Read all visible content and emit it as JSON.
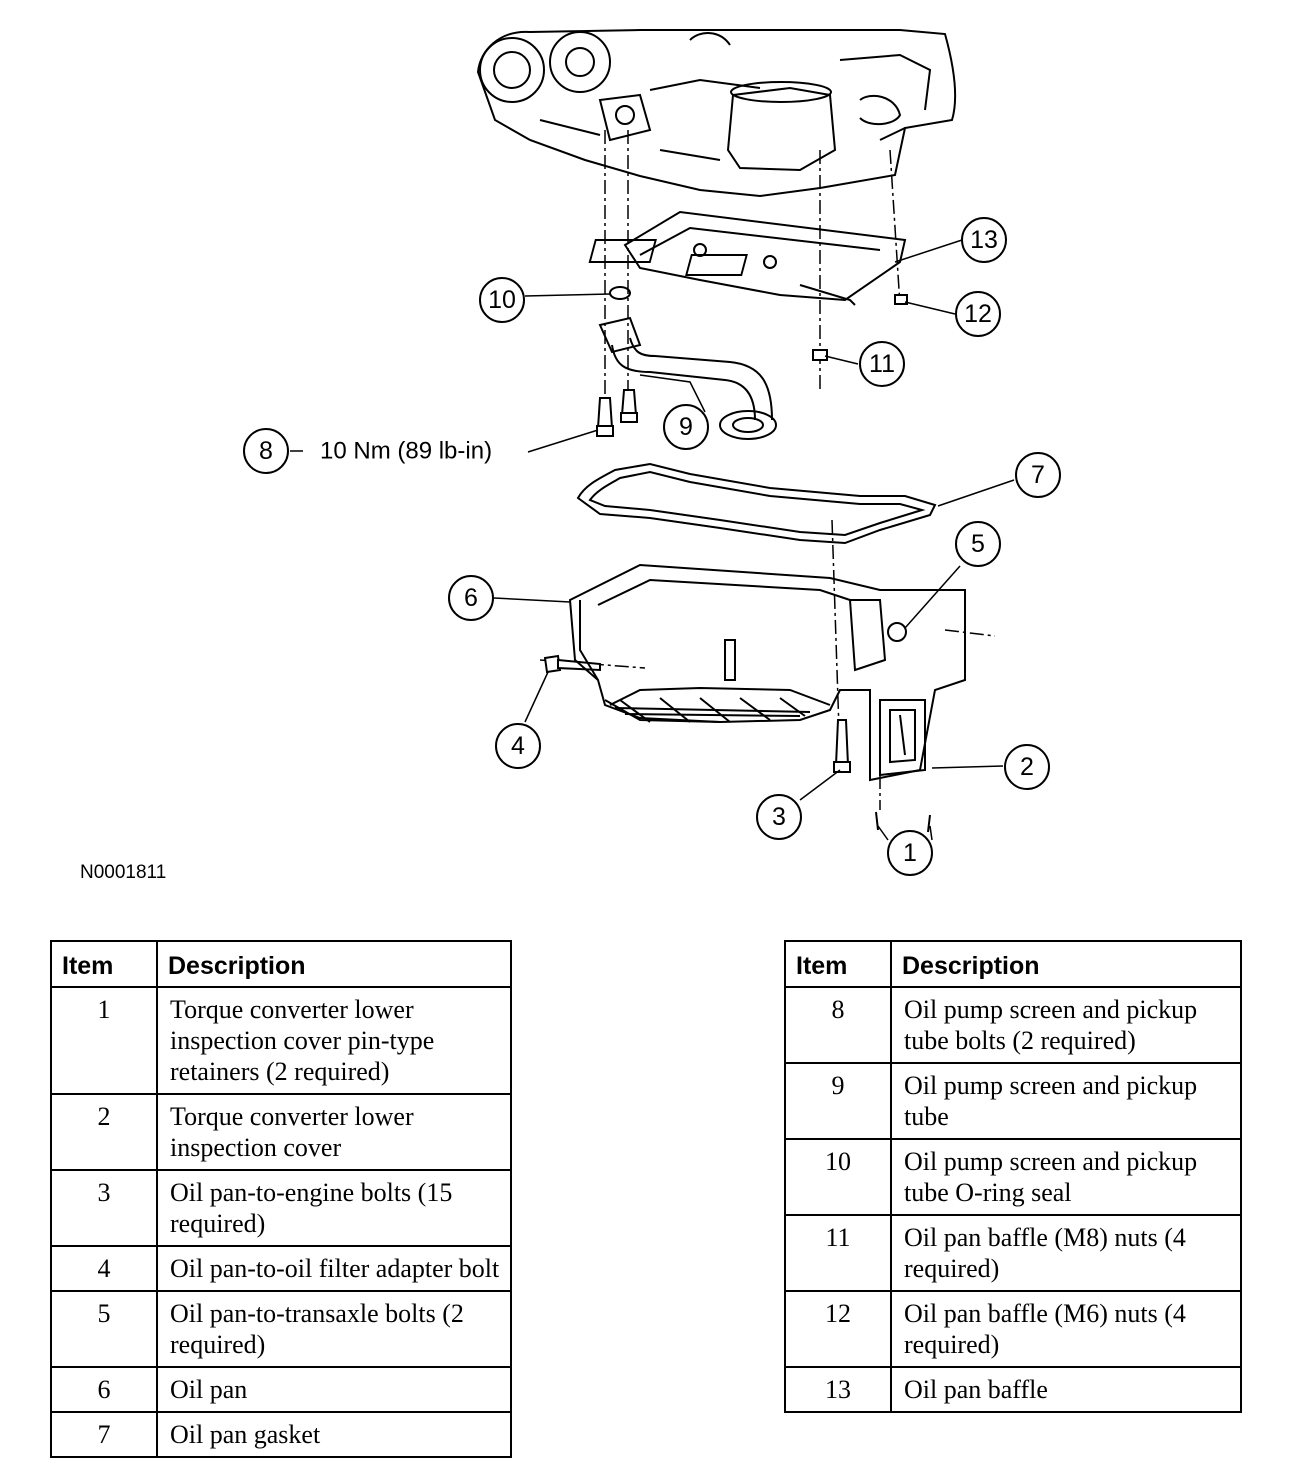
{
  "figure_id": "N0001811",
  "torque_spec": "10 Nm (89 lb-in)",
  "callouts": [
    "1",
    "2",
    "3",
    "4",
    "5",
    "6",
    "7",
    "8",
    "9",
    "10",
    "11",
    "12",
    "13"
  ],
  "tables": {
    "header_item": "Item",
    "header_description": "Description",
    "left_rows": [
      {
        "item": "1",
        "description": "Torque converter lower inspection cover pin-type retainers (2 required)"
      },
      {
        "item": "2",
        "description": "Torque converter lower inspection cover"
      },
      {
        "item": "3",
        "description": "Oil pan-to-engine bolts (15 required)"
      },
      {
        "item": "4",
        "description": "Oil pan-to-oil filter adapter bolt"
      },
      {
        "item": "5",
        "description": "Oil pan-to-transaxle bolts (2 required)"
      },
      {
        "item": "6",
        "description": "Oil pan"
      },
      {
        "item": "7",
        "description": "Oil pan gasket"
      }
    ],
    "right_rows": [
      {
        "item": "8",
        "description": "Oil pump screen and pickup tube bolts (2 required)"
      },
      {
        "item": "9",
        "description": "Oil pump screen and pickup tube"
      },
      {
        "item": "10",
        "description": "Oil pump screen and pickup tube O-ring seal"
      },
      {
        "item": "11",
        "description": "Oil pan baffle (M8) nuts (4 required)"
      },
      {
        "item": "12",
        "description": "Oil pan baffle (M6) nuts (4 required)"
      },
      {
        "item": "13",
        "description": "Oil pan baffle"
      }
    ]
  }
}
